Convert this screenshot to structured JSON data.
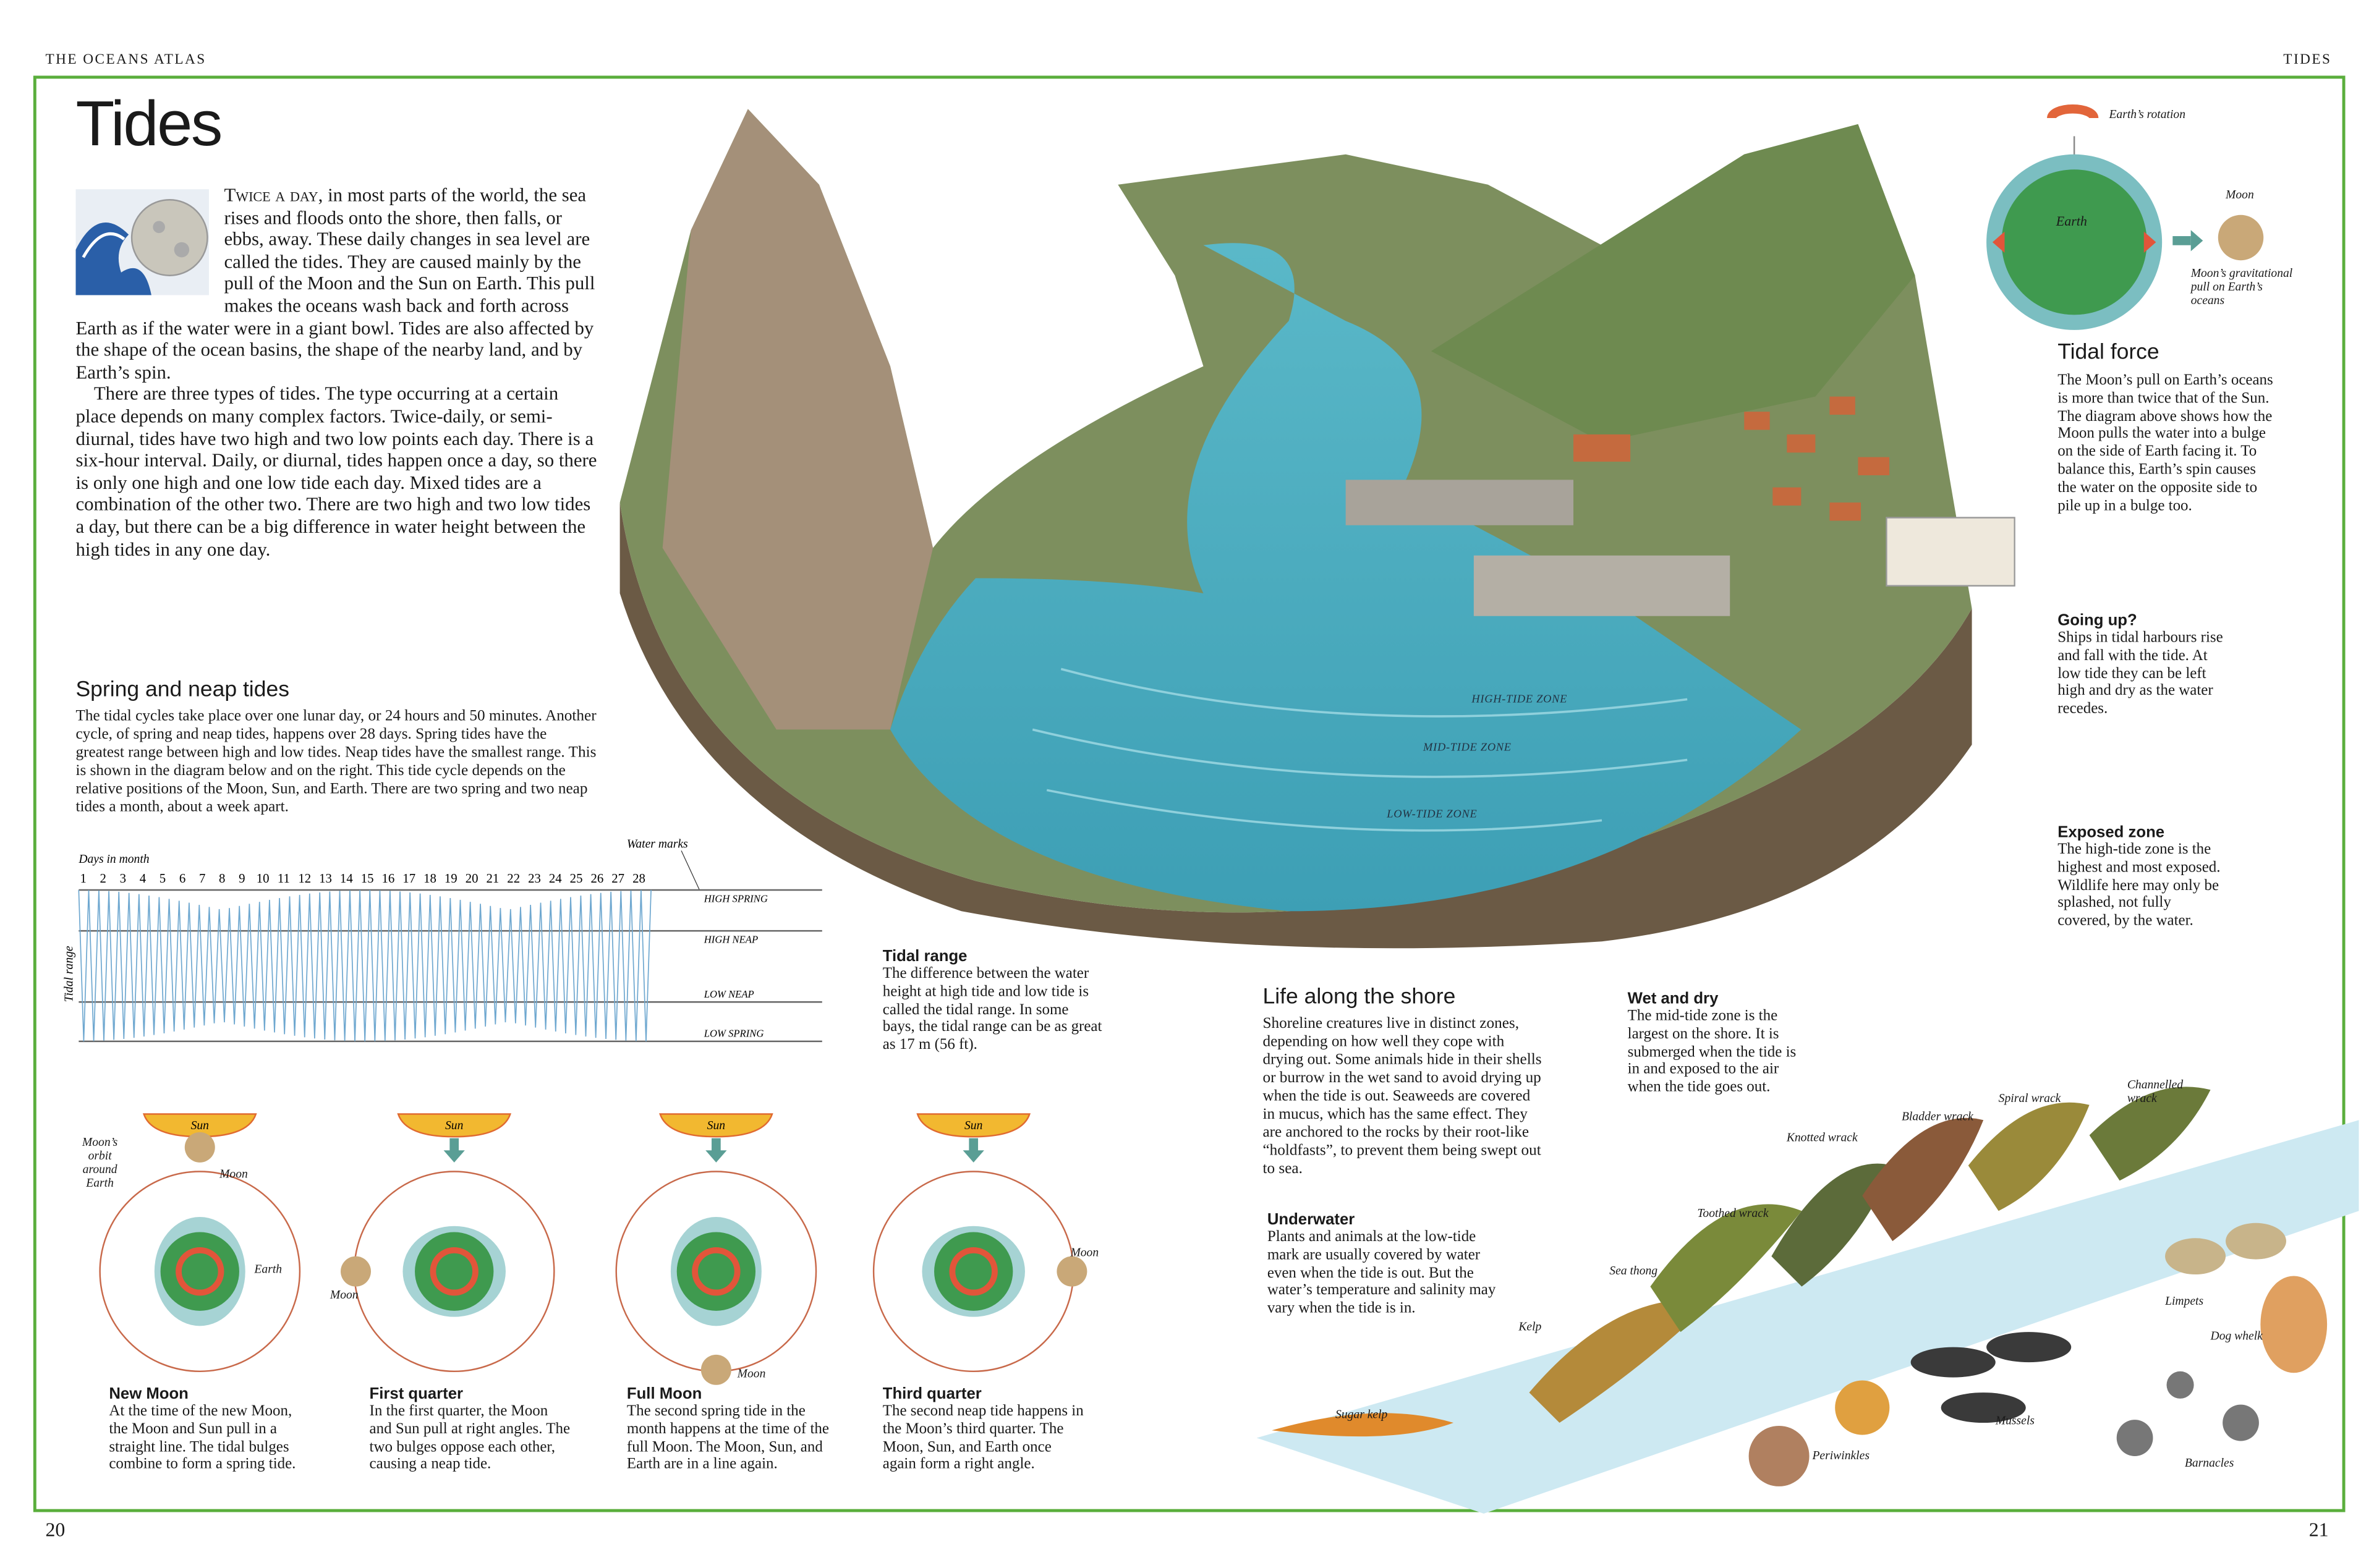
{
  "running_head": {
    "left": "THE OCEANS ATLAS",
    "right": "TIDES"
  },
  "title": "Tides",
  "intro": {
    "lead": "Twice a day,",
    "p1": " in most parts of the world, the sea rises and floods onto the shore, then falls, or ebbs, away. These daily changes in sea level are called the tides. They are caused mainly by the pull of the Moon and the Sun on Earth. This pull makes the oceans wash back and forth across Earth as if the water were in a giant bowl. Tides are also affected by the shape of the ocean basins, the shape of the nearby land, and by Earth’s spin.",
    "p2": "There are three types of tides. The type occurring at a certain place depends on many complex factors. Twice-daily, or semi-diurnal, tides have two high and two low points each day. There is a six-hour interval. Daily, or diurnal, tides happen once a day, so there is only one high and one low tide each day. Mixed tides are a combination of the other two. There are two high and two low tides a day, but there can be a big difference in water height between the high tides in any one day."
  },
  "spring_neap": {
    "heading": "Spring and neap tides",
    "text": "The tidal cycles take place over one lunar day, or 24 hours and 50 minutes. Another cycle, of spring and neap tides, happens over 28 days. Spring tides have the greatest range between high and low tides. Neap tides have the smallest range. This is shown in the diagram below and on the right. This tide cycle depends on the relative positions of the Moon, Sun, and Earth. There are two spring and two neap tides a month, about a week apart."
  },
  "chart_data": {
    "type": "line",
    "xlabel": "Days in month",
    "ylabel": "Tidal range",
    "x_ticks": [
      "1",
      "2",
      "3",
      "4",
      "5",
      "6",
      "7",
      "8",
      "9",
      "10",
      "11",
      "12",
      "13",
      "14",
      "15",
      "16",
      "17",
      "18",
      "19",
      "20",
      "21",
      "22",
      "23",
      "24",
      "25",
      "26",
      "27",
      "28"
    ],
    "water_marks_label": "Water marks",
    "water_marks": [
      "HIGH SPRING",
      "HIGH NEAP",
      "LOW NEAP",
      "LOW SPRING"
    ],
    "line_color": "#6fa8d0"
  },
  "phases": [
    {
      "sun": "Sun",
      "title": "New Moon",
      "text": "At the time of the new Moon, the Moon and Sun pull in a straight line. The tidal bulges combine to form a spring tide."
    },
    {
      "sun": "Sun",
      "title": "First quarter",
      "text": "In the first quarter, the Moon and Sun pull at right angles. The two bulges oppose each other, causing a neap tide."
    },
    {
      "sun": "Sun",
      "title": "Full Moon",
      "text": "The second spring tide in the month happens at the time of the full Moon. The Moon, Sun, and Earth are in a line again."
    },
    {
      "sun": "Sun",
      "title": "Third quarter",
      "text": "The second neap tide happens in the Moon’s third quarter. The Moon, Sun, and Earth once again form a right angle."
    }
  ],
  "diagram_labels": {
    "orbit": "Moon’s orbit around Earth",
    "moon": "Moon",
    "earth": "Earth"
  },
  "tidal_range": {
    "title": "Tidal range",
    "text": "The difference between the water height at high tide and low tide is called the tidal range. In some bays, the tidal range can be as great as 17 m (56 ft)."
  },
  "zones": [
    "HIGH-TIDE ZONE",
    "MID-TIDE ZONE",
    "LOW-TIDE ZONE"
  ],
  "life": {
    "heading": "Life along the shore",
    "text": "Shoreline creatures live in distinct zones, depending on how well they cope with drying out. Some animals hide in their shells or burrow in the wet sand to avoid drying up when the tide is out. Seaweeds are covered in mucus, which has the same effect. They are anchored to the rocks by their root-like “holdfasts”, to prevent them being swept out to sea."
  },
  "wet_dry": {
    "title": "Wet and dry",
    "text": "The mid-tide zone is the largest on the shore. It is submerged when the tide is in and exposed to the air when the tide goes out."
  },
  "underwater": {
    "title": "Underwater",
    "text": "Plants and animals at the low-tide mark are usually covered by water even when the tide is out. But the water’s temperature and salinity may vary when the tide is in."
  },
  "tidal_force": {
    "title": "Tidal force",
    "text": "The Moon’s pull on Earth’s oceans is more than twice that of the Sun. The diagram above shows how the Moon pulls the water into a bulge on the side of Earth facing it. To balance this, Earth’s spin causes the water on the opposite side to pile up in a bulge too.",
    "rotation": "Earth’s rotation",
    "earth": "Earth",
    "moon": "Moon",
    "pull": "Moon’s gravitational pull on Earth’s oceans"
  },
  "going_up": {
    "title": "Going up?",
    "text": "Ships in tidal harbours rise and fall with the tide. At low tide they can be left high and dry as the water recedes."
  },
  "exposed": {
    "title": "Exposed zone",
    "text": "The high-tide zone is the highest and most exposed. Wildlife here may only be splashed, not fully covered, by the water."
  },
  "species": [
    "Sugar kelp",
    "Kelp",
    "Sea thong",
    "Toothed wrack",
    "Knotted wrack",
    "Bladder wrack",
    "Spiral wrack",
    "Channelled wrack",
    "Limpets",
    "Dog whelk",
    "Mussels",
    "Periwinkles",
    "Barnacles"
  ],
  "page_numbers": {
    "left": "20",
    "right": "21"
  },
  "colors": {
    "frame": "#5aae3c",
    "water": "#4fb0c6",
    "earth": "#3f9a4f",
    "arrow": "#e2553a",
    "teal": "#5a9e95"
  }
}
